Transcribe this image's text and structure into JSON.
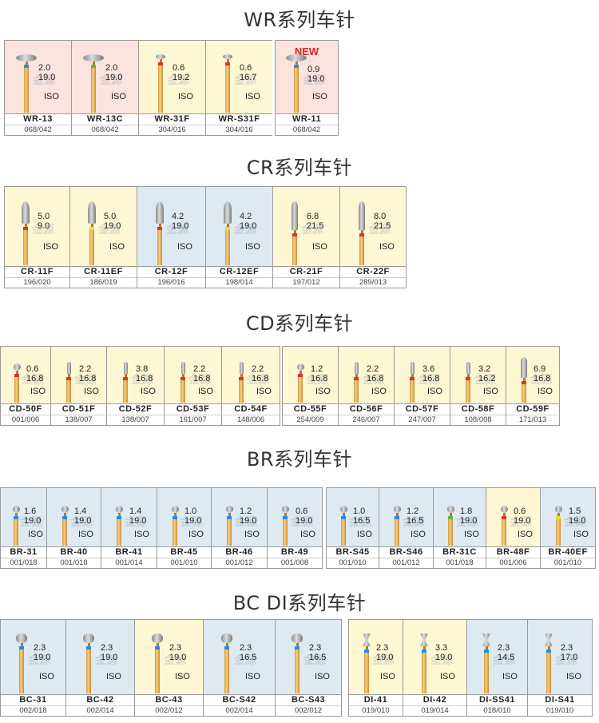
{
  "colors": {
    "pink": "#fbe3de",
    "yellow": "#fdf7d3",
    "blue": "#dfe9f1",
    "band_blue": "#2c8be0",
    "band_green": "#65b83a",
    "band_red": "#d33",
    "band_yellow": "#e9dd2a",
    "band_white": "#ffffff",
    "new_red": "#dd2222"
  },
  "iso_label": "ISO",
  "watermark": "金源",
  "sections": [
    {
      "title": "WR系列车针",
      "items": [
        {
          "name": "WR-13",
          "code": "068/042",
          "d": "2.0",
          "l": "19.0",
          "bg": "pink",
          "band": "band_blue",
          "head": "disc"
        },
        {
          "name": "WR-13C",
          "code": "068/042",
          "d": "2.0",
          "l": "19.0",
          "bg": "pink",
          "band": "band_green",
          "head": "disc"
        },
        {
          "name": "WR-31F",
          "code": "304/016",
          "d": "0.6",
          "l": "19.2",
          "bg": "yellow",
          "band": "band_red",
          "head": "smalldisc"
        },
        {
          "name": "WR-S31F",
          "code": "304/016",
          "d": "0.6",
          "l": "16.7",
          "bg": "yellow",
          "band": "band_red",
          "head": "smalldisc"
        },
        {
          "name": "WR-11",
          "code": "068/042",
          "d": "0.9",
          "l": "19.0",
          "bg": "pink",
          "band": "band_blue",
          "head": "disc",
          "new": "NEW"
        }
      ]
    },
    {
      "title": "CR系列车针",
      "items": [
        {
          "name": "CR-11F",
          "code": "196/020",
          "d": "5.0",
          "l": "9.0",
          "bg": "yellow",
          "band": "band_red",
          "head": "bullet"
        },
        {
          "name": "CR-11EF",
          "code": "186/019",
          "d": "5.0",
          "l": "19.0",
          "bg": "yellow",
          "band": "band_yellow",
          "head": "bullet"
        },
        {
          "name": "CR-12F",
          "code": "196/016",
          "d": "4.2",
          "l": "19.0",
          "bg": "blue",
          "band": "band_red",
          "head": "bullet"
        },
        {
          "name": "CR-12EF",
          "code": "198/014",
          "d": "4.2",
          "l": "19.0",
          "bg": "blue",
          "band": "band_yellow",
          "head": "bullet"
        },
        {
          "name": "CR-21F",
          "code": "197/012",
          "d": "6.8",
          "l": "21.5",
          "bg": "yellow",
          "band": "band_red",
          "head": "cone"
        },
        {
          "name": "CR-22F",
          "code": "289/013",
          "d": "8.0",
          "l": "21.5",
          "bg": "yellow",
          "band": "band_red",
          "head": "cone"
        }
      ]
    },
    {
      "title": "CD系列车针",
      "items": [
        {
          "name": "CD-50F",
          "code": "001/006",
          "d": "0.6",
          "l": "16.8",
          "bg": "yellow",
          "band": "band_red",
          "head": "ball"
        },
        {
          "name": "CD-51F",
          "code": "138/007",
          "d": "2.2",
          "l": "16.8",
          "bg": "yellow",
          "band": "band_red",
          "head": "thin"
        },
        {
          "name": "CD-52F",
          "code": "138/007",
          "d": "3.8",
          "l": "16.8",
          "bg": "yellow",
          "band": "band_red",
          "head": "thin"
        },
        {
          "name": "CD-53F",
          "code": "161/007",
          "d": "2.2",
          "l": "16.8",
          "bg": "yellow",
          "band": "band_red",
          "head": "thin"
        },
        {
          "name": "CD-54F",
          "code": "148/006",
          "d": "2.2",
          "l": "16.8",
          "bg": "yellow",
          "band": "band_red",
          "head": "thin"
        },
        {
          "name": "CD-55F",
          "code": "254/009",
          "d": "1.2",
          "l": "16.8",
          "bg": "yellow",
          "band": "band_red",
          "head": "ball"
        },
        {
          "name": "CD-56F",
          "code": "246/007",
          "d": "2.2",
          "l": "16.8",
          "bg": "yellow",
          "band": "band_red",
          "head": "thin"
        },
        {
          "name": "CD-57F",
          "code": "247/007",
          "d": "3.6",
          "l": "16.8",
          "bg": "yellow",
          "band": "band_red",
          "head": "thin"
        },
        {
          "name": "CD-58F",
          "code": "108/008",
          "d": "3.2",
          "l": "16.2",
          "bg": "yellow",
          "band": "band_red",
          "head": "thin"
        },
        {
          "name": "CD-59F",
          "code": "171/013",
          "d": "6.9",
          "l": "16.8",
          "bg": "yellow",
          "band": "band_red",
          "head": "cone"
        }
      ]
    },
    {
      "title": "BR系列车针",
      "items": [
        {
          "name": "BR-31",
          "code": "001/018",
          "d": "1.6",
          "l": "19.0",
          "bg": "blue",
          "band": "band_blue",
          "head": "ball"
        },
        {
          "name": "BR-40",
          "code": "001/018",
          "d": "1.4",
          "l": "19.0",
          "bg": "blue",
          "band": "band_blue",
          "head": "ball"
        },
        {
          "name": "BR-41",
          "code": "001/014",
          "d": "1.4",
          "l": "19.0",
          "bg": "blue",
          "band": "band_blue",
          "head": "ball"
        },
        {
          "name": "BR-45",
          "code": "001/010",
          "d": "1.0",
          "l": "19.0",
          "bg": "blue",
          "band": "band_blue",
          "head": "ball"
        },
        {
          "name": "BR-46",
          "code": "001/012",
          "d": "1.2",
          "l": "19.0",
          "bg": "blue",
          "band": "band_blue",
          "head": "ball"
        },
        {
          "name": "BR-49",
          "code": "001/008",
          "d": "0.6",
          "l": "19.0",
          "bg": "blue",
          "band": "band_blue",
          "head": "ball"
        },
        {
          "name": "BR-S45",
          "code": "001/010",
          "d": "1.0",
          "l": "16.5",
          "bg": "blue",
          "band": "band_blue",
          "head": "ball"
        },
        {
          "name": "BR-S46",
          "code": "001/012",
          "d": "1.2",
          "l": "16.5",
          "bg": "blue",
          "band": "band_blue",
          "head": "ball"
        },
        {
          "name": "BR-31C",
          "code": "001/018",
          "d": "1.8",
          "l": "19.0",
          "bg": "blue",
          "band": "band_green",
          "head": "ball"
        },
        {
          "name": "BR-48F",
          "code": "001/006",
          "d": "0.6",
          "l": "19.0",
          "bg": "yellow",
          "band": "band_red",
          "head": "ball"
        },
        {
          "name": "BR-40EF",
          "code": "001/010",
          "d": "1.5",
          "l": "19.0",
          "bg": "blue",
          "band": "band_yellow",
          "head": "ball"
        }
      ]
    },
    {
      "title": "BC DI系列车针",
      "items": [
        {
          "name": "BC-31",
          "code": "002/018",
          "d": "2.3",
          "l": "19.0",
          "bg": "blue",
          "band": "band_blue",
          "head": "barrel"
        },
        {
          "name": "BC-42",
          "code": "002/014",
          "d": "2.3",
          "l": "19.0",
          "bg": "blue",
          "band": "band_blue",
          "head": "barrel"
        },
        {
          "name": "BC-43",
          "code": "002/012",
          "d": "2.3",
          "l": "19.0",
          "bg": "yellow",
          "band": "band_blue",
          "head": "barrel"
        },
        {
          "name": "BC-S42",
          "code": "002/014",
          "d": "2.3",
          "l": "16.5",
          "bg": "blue",
          "band": "band_blue",
          "head": "barrel"
        },
        {
          "name": "BC-S43",
          "code": "002/012",
          "d": "2.3",
          "l": "16.5",
          "bg": "blue",
          "band": "band_blue",
          "head": "barrel"
        },
        {
          "name": "DI-41",
          "code": "019/010",
          "d": "2.3",
          "l": "19.0",
          "bg": "yellow",
          "band": "band_blue",
          "head": "hourglass"
        },
        {
          "name": "DI-42",
          "code": "019/014",
          "d": "3.3",
          "l": "19.0",
          "bg": "yellow",
          "band": "band_blue",
          "head": "hourglass"
        },
        {
          "name": "DI-SS41",
          "code": "018/010",
          "d": "2.3",
          "l": "14.5",
          "bg": "blue",
          "band": "band_blue",
          "head": "hourglass"
        },
        {
          "name": "DI-S41",
          "code": "019/010",
          "d": "2.3",
          "l": "17.0",
          "bg": "blue",
          "band": "band_blue",
          "head": "hourglass"
        }
      ]
    }
  ]
}
